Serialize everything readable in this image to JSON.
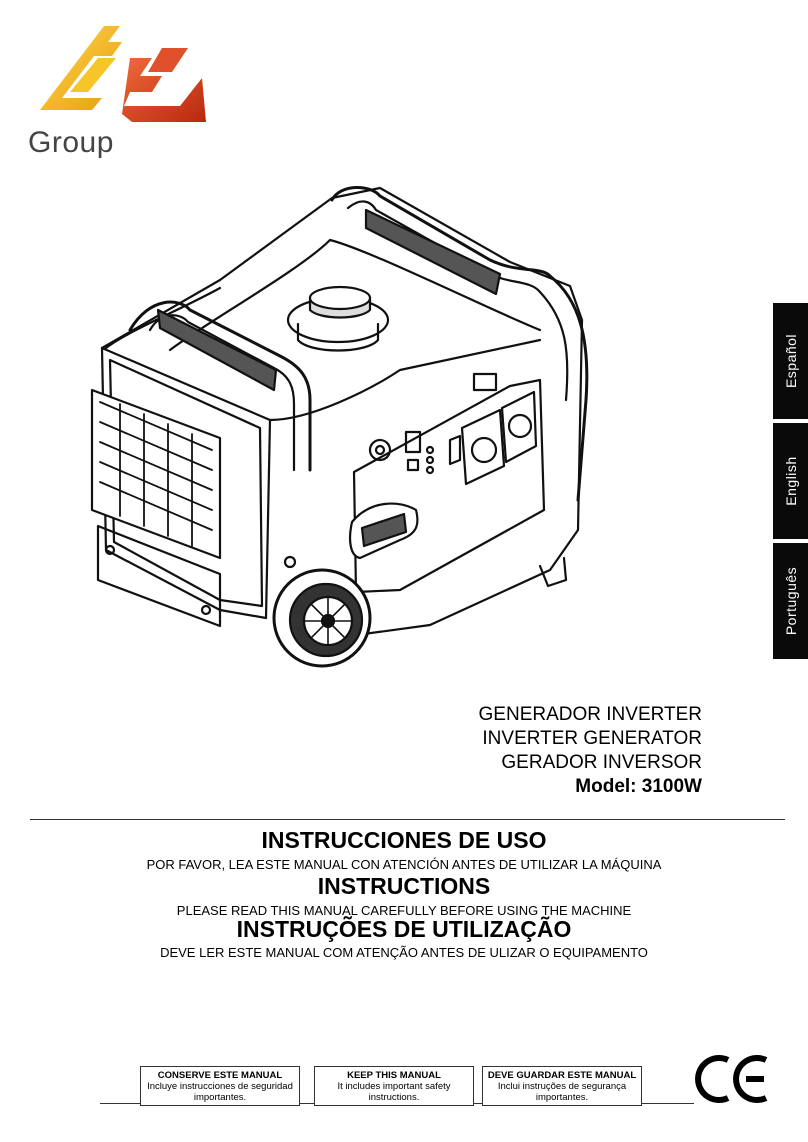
{
  "logo": {
    "text": "Group"
  },
  "languages": [
    "Español",
    "English",
    "Português"
  ],
  "product": {
    "title_es": "GENERADOR INVERTER",
    "title_en": "INVERTER GENERATOR",
    "title_pt": "GERADOR INVERSOR",
    "model": "Model: 3100W"
  },
  "instructions": {
    "es_title": "INSTRUCCIONES DE USO",
    "es_sub": "POR FAVOR, LEA ESTE MANUAL CON ATENCIÓN ANTES DE UTILIZAR LA MÁQUINA",
    "en_title": "INSTRUCTIONS",
    "en_sub": "PLEASE READ THIS MANUAL CAREFULLY BEFORE USING THE MACHINE",
    "pt_title": "INSTRUÇÕES DE UTILIZAÇÃO",
    "pt_sub": "DEVE LER ESTE MANUAL COM ATENÇÃO ANTES DE ULIZAR O EQUIPAMENTO"
  },
  "notices": [
    {
      "title": "CONSERVE ESTE MANUAL",
      "text": "Incluye instrucciones de seguridad importantes."
    },
    {
      "title": "KEEP THIS MANUAL",
      "text": "It includes important safety instructions."
    },
    {
      "title": "DEVE GUARDAR ESTE MANUAL",
      "text": "Inclui instruções de segurança importantes."
    }
  ],
  "colors": {
    "logo_yellow": "#f2b619",
    "logo_red": "#d63d1e",
    "tab_bg": "#0a0a0a"
  },
  "icons": [
    "brand-logo",
    "generator-illustration",
    "ce-mark-icon"
  ]
}
